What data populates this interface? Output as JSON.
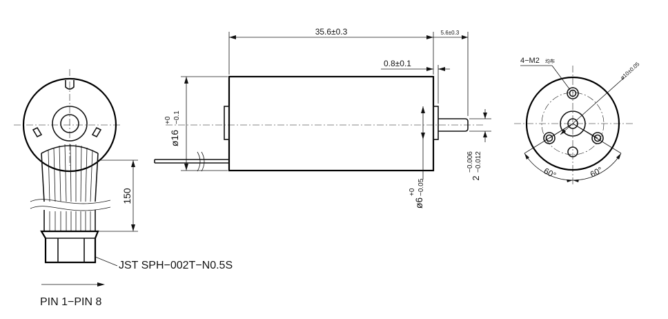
{
  "dimensions": {
    "length": "35.6±0.3",
    "shaft_length": "5.6±0.3",
    "boss_length": "0.8±0.1",
    "body_diameter_base": "ø16",
    "body_tol_upper": "+0",
    "body_tol_lower": "−0.1",
    "boss_diameter_base": "ø6",
    "boss_tol_upper": "+0",
    "boss_tol_lower": "−0.05",
    "shaft_diameter_base": "2",
    "shaft_tol_upper": "−0.006",
    "shaft_tol_lower": "−0.012",
    "cable_length": "150",
    "mount_holes": "4−M2",
    "mount_holes_note": "均布",
    "pcd": "ø10±0.05",
    "angle_left": "60°",
    "angle_right": "60°"
  },
  "labels": {
    "connector": "JST  SPH−002T−N0.5S",
    "pin_range": "PIN  1−PIN  8"
  }
}
